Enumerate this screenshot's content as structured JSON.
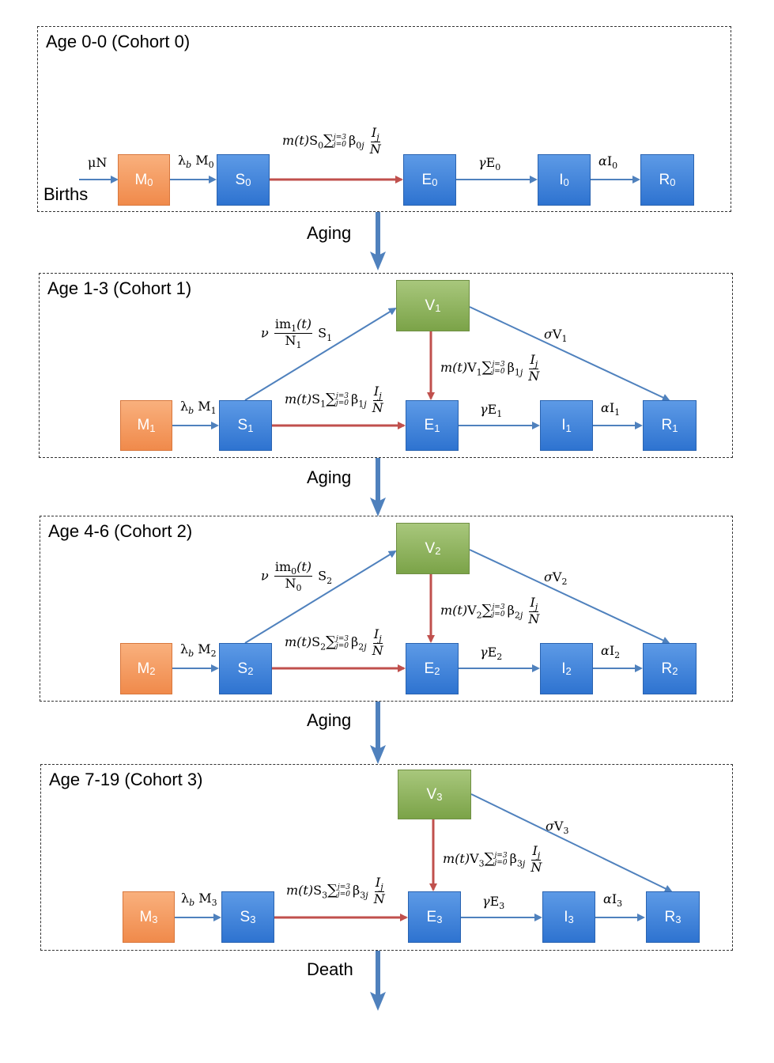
{
  "cohorts": [
    {
      "title": "Age 0-0 (Cohort 0)"
    },
    {
      "title": "Age 1-3 (Cohort 1)"
    },
    {
      "title": "Age 4-6 (Cohort 2)"
    },
    {
      "title": "Age 7-19 (Cohort 3)"
    }
  ],
  "stages": {
    "aging": "Aging",
    "death": "Death"
  },
  "births": {
    "label": "Births",
    "rate": "μN"
  },
  "colors": {
    "susceptible_flow": "#c0504d",
    "flow": "#4f81bd",
    "maternal": "#f79646",
    "vaccinated": "#9bbb59",
    "compartment": "#4f81bd"
  },
  "compartments": {
    "M": "M",
    "S": "S",
    "E": "E",
    "I": "I",
    "R": "R",
    "V": "V"
  },
  "symbols": {
    "lambda_b": "λ",
    "b": "b",
    "m_t": "m(t)",
    "sum": "∑",
    "sum_upper": "j=3",
    "sum_lower": "j=0",
    "beta": "β",
    "Ij": "I",
    "j": "j",
    "N": "N",
    "gamma": "γ",
    "alpha": "α",
    "sigma": "σ",
    "nu": "ν",
    "im": "im",
    "t": "(t)"
  }
}
